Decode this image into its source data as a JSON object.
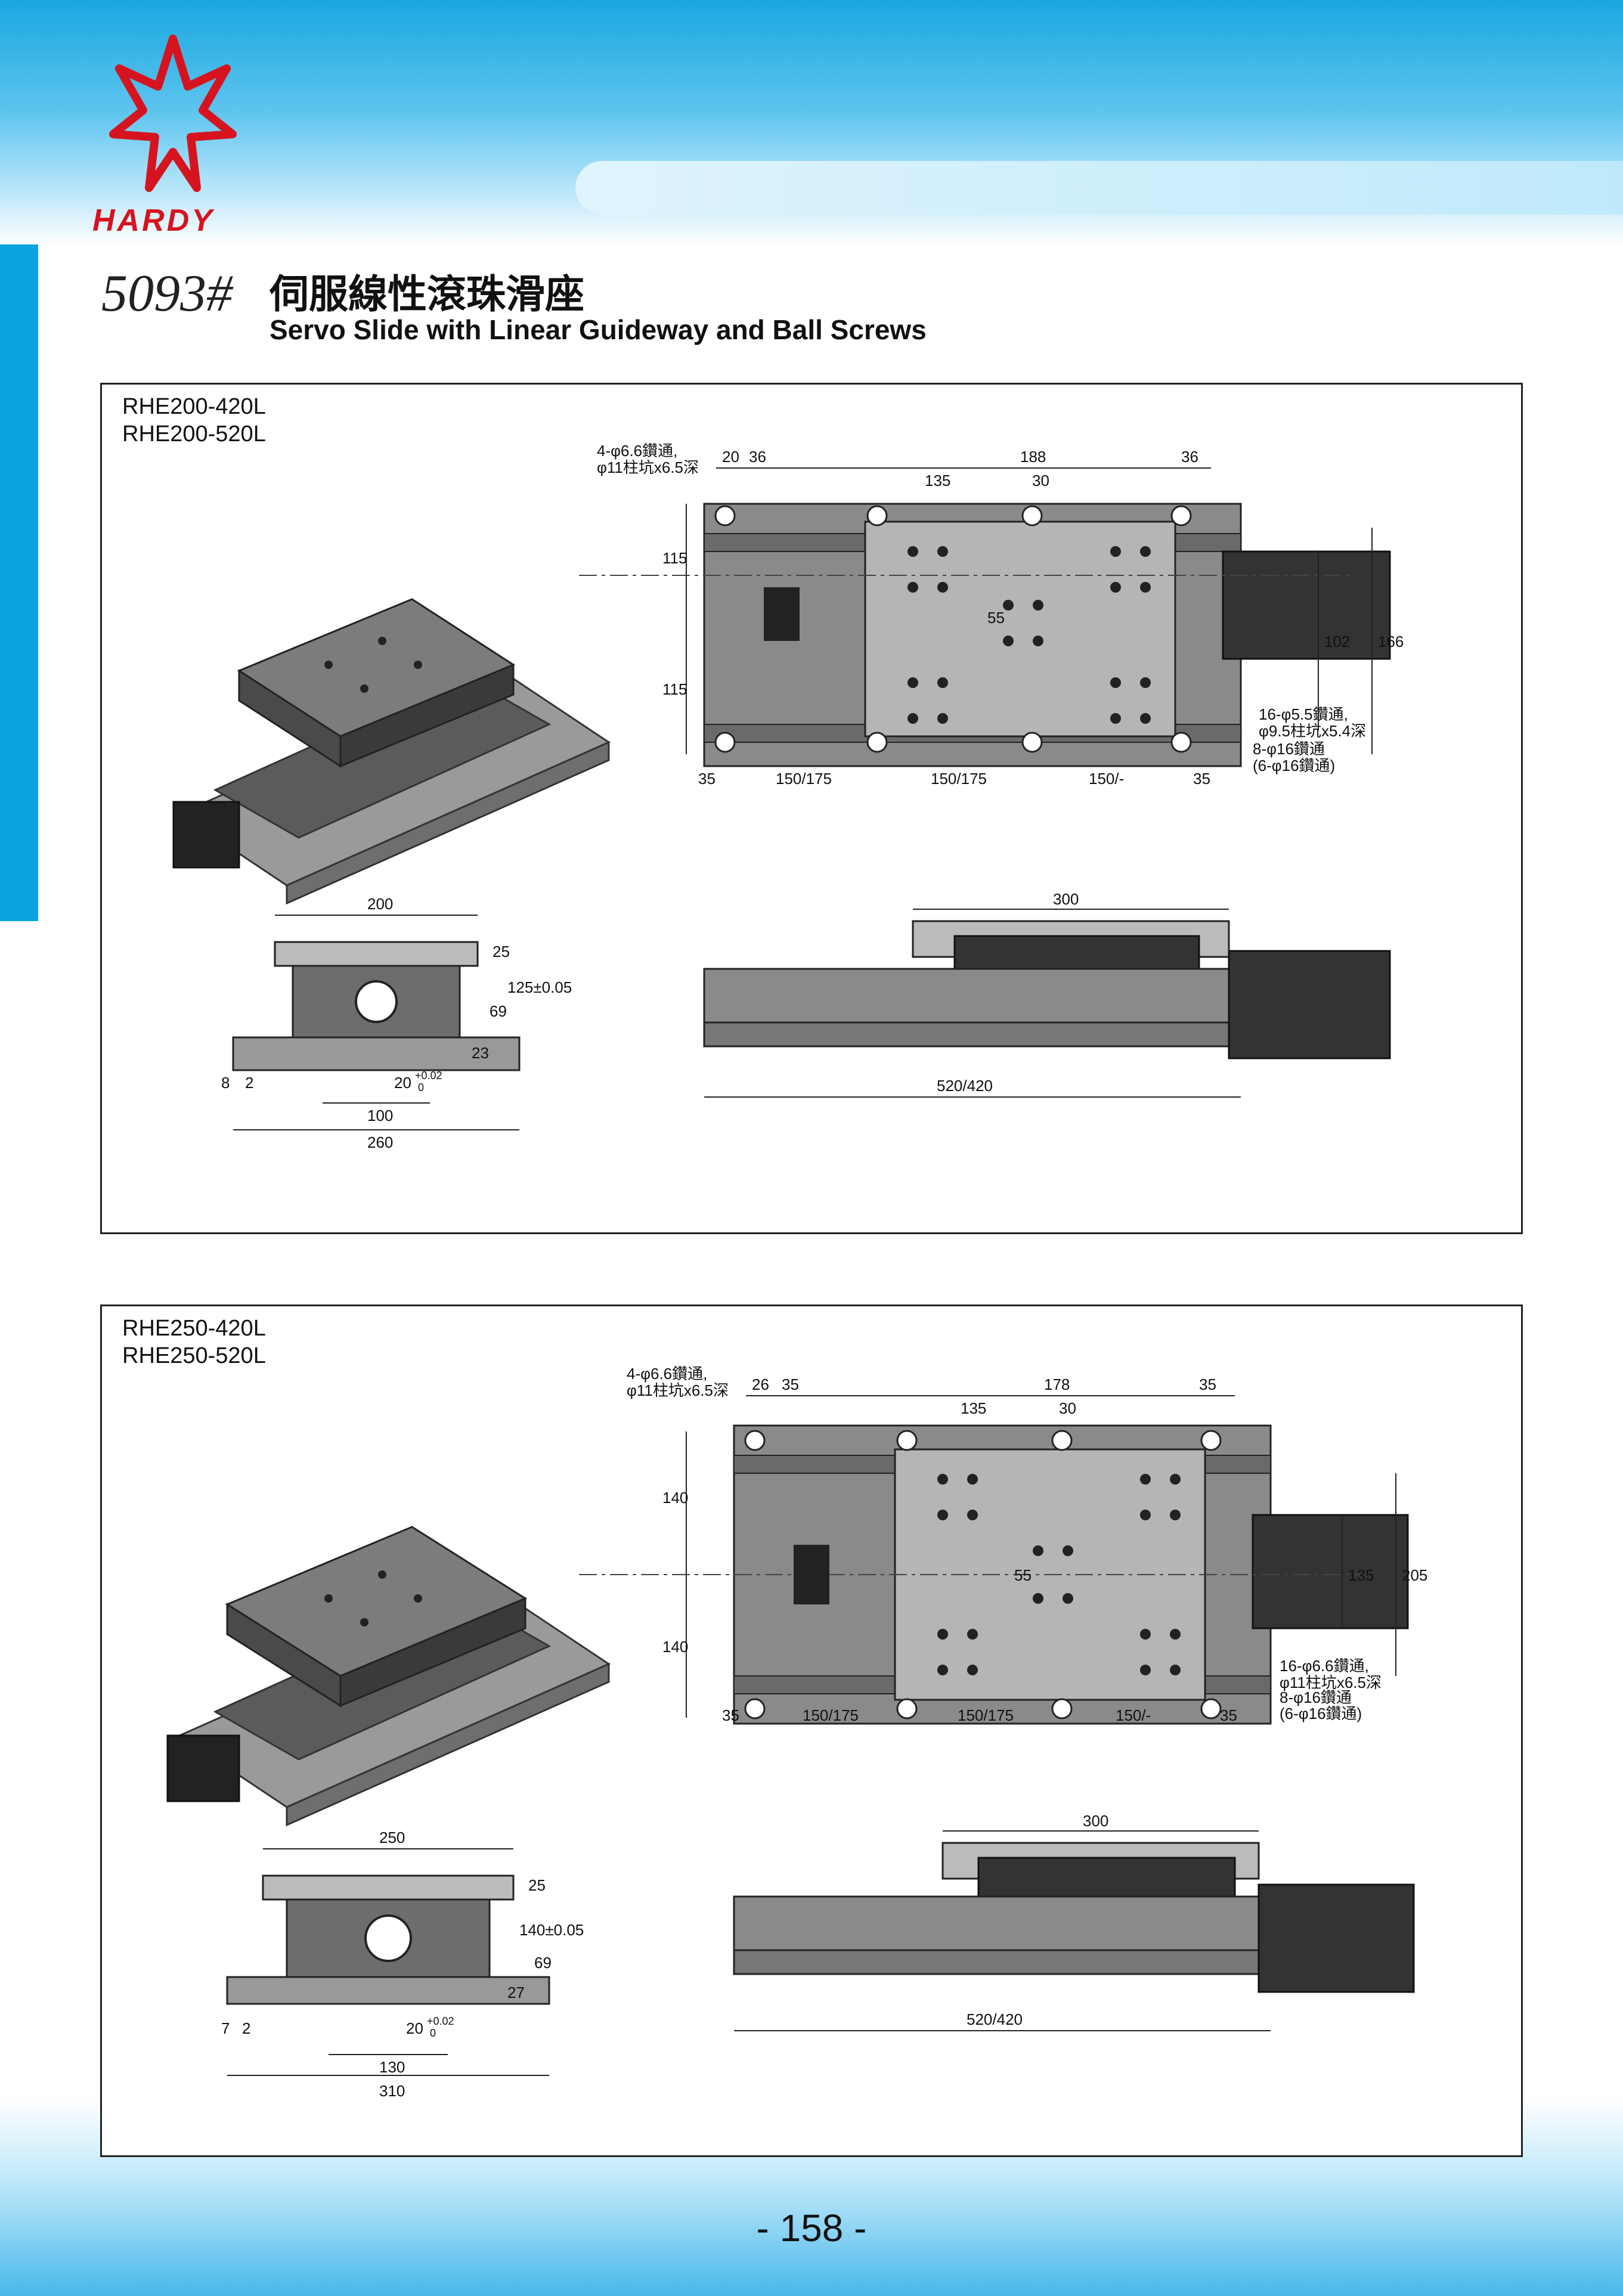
{
  "header": {
    "brand": "HARDY",
    "model_number": "5093#",
    "title_cn": "伺服線性滾珠滑座",
    "title_en": "Servo Slide with Linear Guideway and Ball Screws"
  },
  "panels": [
    {
      "models": [
        "RHE200-420L",
        "RHE200-520L"
      ],
      "top_view": {
        "hole_note_1": [
          "4-φ6.6鑽通,",
          "φ11柱坑x6.5深"
        ],
        "top_dims": [
          "20",
          "36",
          "188",
          "36"
        ],
        "inner_dims": [
          "135",
          "30"
        ],
        "center_dim": "55",
        "left_dims": [
          "115",
          "115"
        ],
        "right_dims": [
          "102",
          "166"
        ],
        "hole_note_2": [
          "16-φ5.5鑽通,",
          "φ9.5柱坑x5.4深"
        ],
        "hole_note_3": [
          "8-φ16鑽通",
          "(6-φ16鑽通)"
        ],
        "bottom_dims": [
          "35",
          "150/175",
          "150/175",
          "150/-",
          "35"
        ]
      },
      "end_view": {
        "width_top": "200",
        "dims_right": [
          "25",
          "69",
          "125±0.05",
          "23"
        ],
        "dims_left": [
          "8",
          "2"
        ],
        "slot": "20",
        "tolerance_plus": "+0.02",
        "tolerance_zero": "0",
        "width_mid": "100",
        "width_base": "260"
      },
      "side_view": {
        "carriage_length": "300",
        "length": "520/420"
      }
    },
    {
      "models": [
        "RHE250-420L",
        "RHE250-520L"
      ],
      "top_view": {
        "hole_note_1": [
          "4-φ6.6鑽通,",
          "φ11柱坑x6.5深"
        ],
        "top_dims": [
          "26",
          "35",
          "178",
          "35"
        ],
        "inner_dims": [
          "135",
          "30"
        ],
        "center_dim": "55",
        "left_dims": [
          "140",
          "140"
        ],
        "right_dims": [
          "135",
          "205"
        ],
        "hole_note_2": [
          "16-φ6.6鑽通,",
          "φ11柱坑x6.5深"
        ],
        "hole_note_3": [
          "8-φ16鑽通",
          "(6-φ16鑽通)"
        ],
        "bottom_dims": [
          "35",
          "150/175",
          "150/175",
          "150/-",
          "35"
        ]
      },
      "end_view": {
        "width_top": "250",
        "dims_right": [
          "25",
          "69",
          "140±0.05",
          "27"
        ],
        "dims_left": [
          "7",
          "2"
        ],
        "slot": "20",
        "tolerance_plus": "+0.02",
        "tolerance_zero": "0",
        "width_mid": "130",
        "width_base": "310"
      },
      "side_view": {
        "carriage_length": "300",
        "length": "520/420"
      }
    }
  ],
  "footer": {
    "page_number": "- 158 -"
  },
  "colors": {
    "accent_blue": "#0aa3e0",
    "brand_red": "#d6141f",
    "metal": "#8a8a8a"
  }
}
